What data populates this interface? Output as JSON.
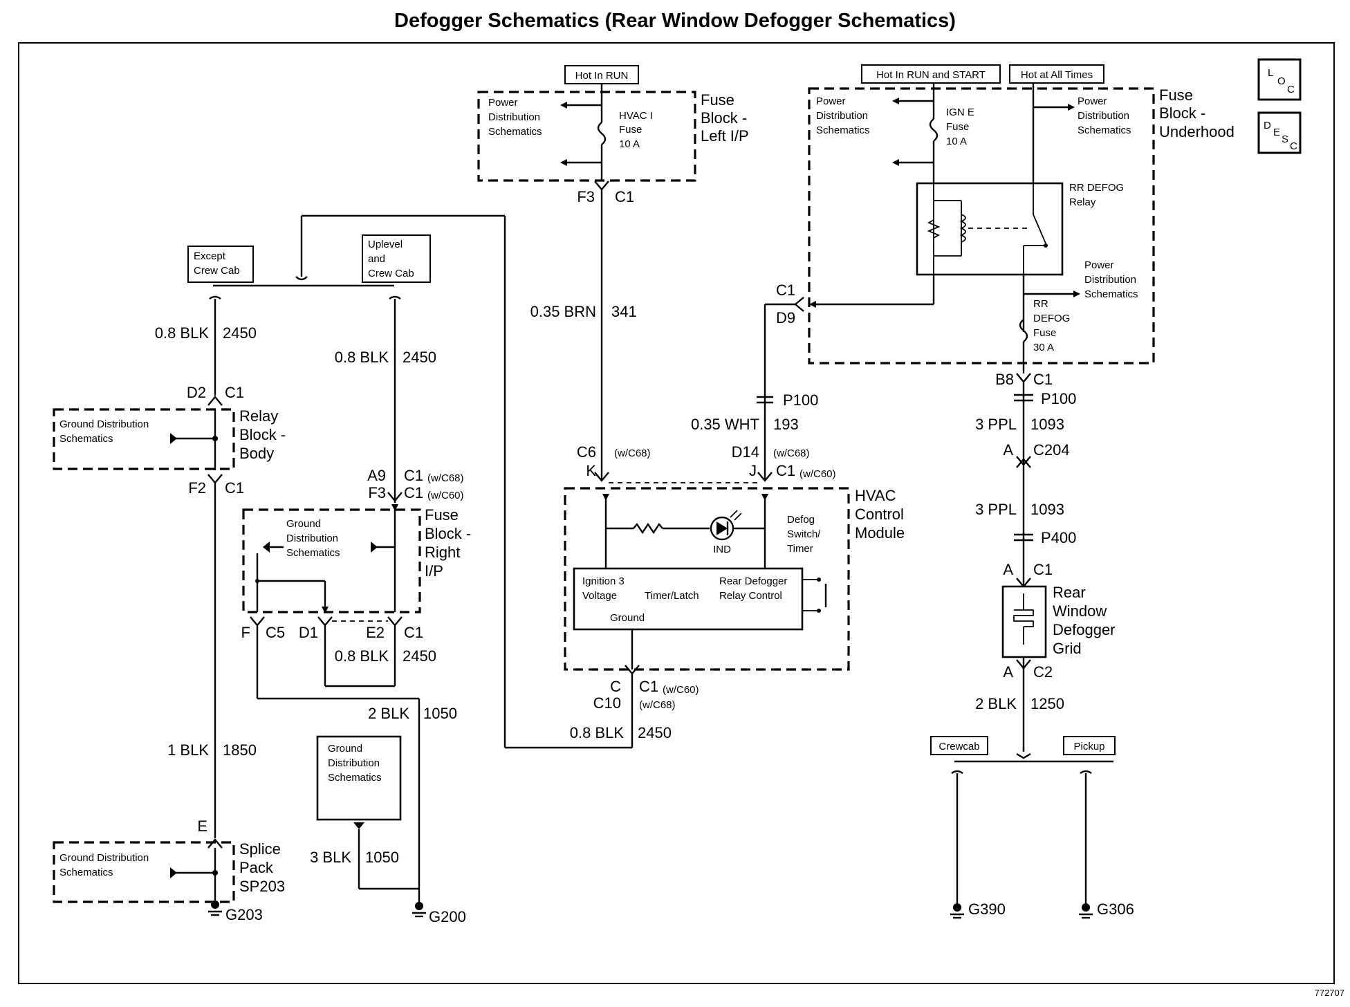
{
  "title": "Defogger Schematics (Rear Window Defogger Schematics)",
  "figure_id": "772707",
  "loc_icon": "L O C",
  "desc_icon": "D E S C",
  "supply_tags": {
    "hot_in_run": "Hot In RUN",
    "hot_in_run_start": "Hot In RUN and START",
    "hot_at_all_times": "Hot at All Times"
  },
  "fuse_block_left": {
    "name": [
      "Fuse",
      "Block -",
      "Left I/P"
    ],
    "power_dist": [
      "Power",
      "Distribution",
      "Schematics"
    ],
    "fuse": [
      "HVAC I",
      "Fuse",
      "10 A"
    ],
    "pin": "F3",
    "conn": "C1"
  },
  "fuse_block_underhood": {
    "name": [
      "Fuse",
      "Block -",
      "Underhood"
    ],
    "power_dist_left": [
      "Power",
      "Distribution",
      "Schematics"
    ],
    "power_dist_right": [
      "Power",
      "Distribution",
      "Schematics"
    ],
    "fuse_ign": [
      "IGN E",
      "Fuse",
      "10 A"
    ],
    "relay": [
      "RR DEFOG",
      "Relay"
    ],
    "power_dist_relay": [
      "Power",
      "Distribution",
      "Schematics"
    ],
    "fuse_defog": [
      "RR",
      "DEFOG",
      "Fuse",
      "30 A"
    ],
    "c1_label": "C1",
    "d9_label": "D9",
    "b8_label": "B8",
    "b8_conn": "C1"
  },
  "crew_options": {
    "except": [
      "Except",
      "Crew Cab"
    ],
    "uplevel": [
      "Uplevel",
      "and",
      "Crew Cab"
    ]
  },
  "wires": {
    "w1": {
      "gauge": "0.8 BLK",
      "circuit": "2450"
    },
    "w2": {
      "gauge": "0.8 BLK",
      "circuit": "2450"
    },
    "w3": {
      "gauge": "0.8 BLK",
      "circuit": "2450"
    },
    "w4": {
      "gauge": "2 BLK",
      "circuit": "1050"
    },
    "w5": {
      "gauge": "1 BLK",
      "circuit": "1850"
    },
    "w6": {
      "gauge": "3 BLK",
      "circuit": "1050"
    },
    "w7": {
      "gauge": "0.35 BRN",
      "circuit": "341"
    },
    "w8": {
      "gauge": "0.8 BLK",
      "circuit": "2450"
    },
    "w9": {
      "gauge": "0.35 WHT",
      "circuit": "193"
    },
    "w10": {
      "gauge": "3 PPL",
      "circuit": "1093"
    },
    "w11": {
      "gauge": "3 PPL",
      "circuit": "1093"
    },
    "w12": {
      "gauge": "2 BLK",
      "circuit": "1250"
    }
  },
  "relay_block_body": {
    "name": [
      "Relay",
      "Block -",
      "Body"
    ],
    "gnd": [
      "Ground Distribution",
      "Schematics"
    ],
    "top_pin": "D2",
    "top_conn": "C1",
    "bot_pin": "F2",
    "bot_conn": "C1"
  },
  "fuse_block_right": {
    "name": [
      "Fuse",
      "Block -",
      "Right",
      "I/P"
    ],
    "gnd": [
      "Ground",
      "Distribution",
      "Schematics"
    ],
    "a9": "A9",
    "f3": "F3",
    "c1_c68": "C1",
    "c1_c60": "C1",
    "w_c68": "(w/C68)",
    "w_c60": "(w/C60)",
    "pin_f": "F",
    "c5": "C5",
    "d1": "D1",
    "e2": "E2",
    "c1b": "C1"
  },
  "splice_pack": {
    "name": [
      "Splice",
      "Pack",
      "SP203"
    ],
    "gnd": [
      "Ground Distribution",
      "Schematics"
    ],
    "pin": "E"
  },
  "gnd_dist_center": [
    "Ground",
    "Distribution",
    "Schematics"
  ],
  "grounds": [
    "G203",
    "G200",
    "G390",
    "G306"
  ],
  "hvac_module": {
    "name": [
      "HVAC",
      "Control",
      "Module"
    ],
    "c6": "C6",
    "k": "K",
    "c6_note": "(w/C68)",
    "d14": "D14",
    "j": "J",
    "d14_note": "(w/C68)",
    "c1": "C1",
    "c1_note": "(w/C60)",
    "ind": "IND",
    "defog_switch": [
      "Defog",
      "Switch/",
      "Timer"
    ],
    "ign3": [
      "Ignition 3",
      "Voltage"
    ],
    "timer": "Timer/Latch",
    "relay_ctrl": [
      "Rear Defogger",
      "Relay Control"
    ],
    "ground": "Ground",
    "c_pin": "C",
    "c1b": "C1",
    "c1b_note": "(w/C60)",
    "c10": "C10",
    "c10_note": "(w/C68)"
  },
  "p100": "P100",
  "p100b": "P100",
  "c204": {
    "pin": "A",
    "conn": "C204"
  },
  "p400": "P400",
  "grid_top": {
    "pin": "A",
    "conn": "C1"
  },
  "grid_name": [
    "Rear",
    "Window",
    "Defogger",
    "Grid"
  ],
  "grid_bot": {
    "pin": "A",
    "conn": "C2"
  },
  "cab_options": {
    "crewcab": "Crewcab",
    "pickup": "Pickup"
  }
}
